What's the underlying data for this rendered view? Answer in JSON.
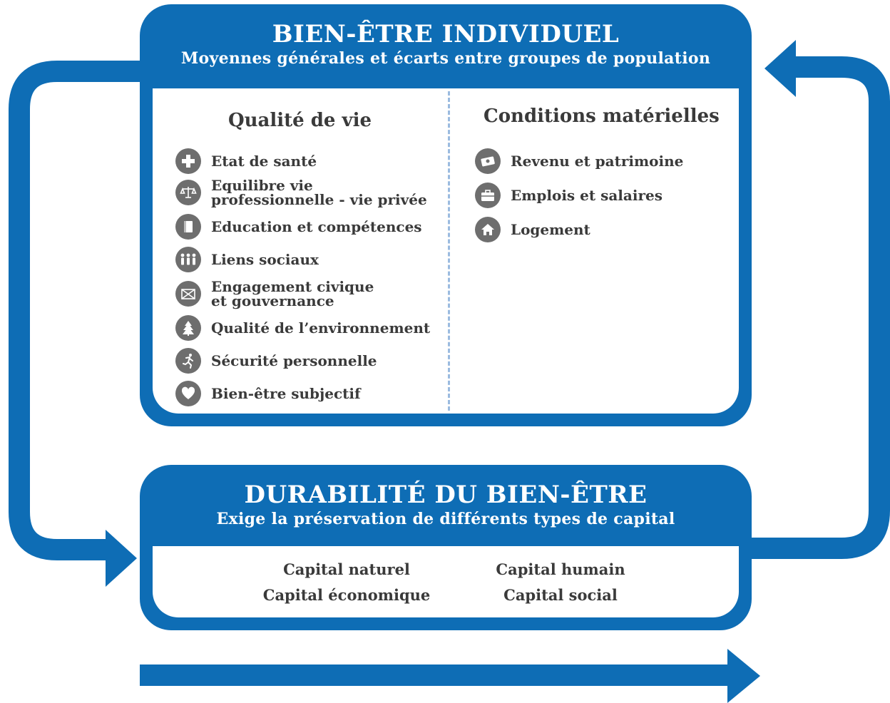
{
  "colors": {
    "primary_blue": "#0e6db5",
    "icon_gray": "#6e6e6e",
    "divider": "#9bbbe0"
  },
  "individual": {
    "title": "BIEN-ÊTRE INDIVIDUEL",
    "subtitle": "Moyennes générales et écarts entre groupes de population",
    "quality": {
      "heading": "Qualité de vie",
      "items": [
        {
          "label": "Etat de santé",
          "icon": "health-cross-icon"
        },
        {
          "label": "Equilibre vie\nprofessionnelle - vie privée",
          "icon": "scales-icon"
        },
        {
          "label": "Education et compétences",
          "icon": "book-icon"
        },
        {
          "label": "Liens sociaux",
          "icon": "people-icon"
        },
        {
          "label": "Engagement civique\net gouvernance",
          "icon": "ballot-icon"
        },
        {
          "label": "Qualité de l’environnement",
          "icon": "tree-icon"
        },
        {
          "label": "Sécurité personnelle",
          "icon": "running-person-icon"
        },
        {
          "label": "Bien-être subjectif",
          "icon": "heart-icon"
        }
      ]
    },
    "material": {
      "heading": "Conditions matérielles",
      "items": [
        {
          "label": "Revenu et patrimoine",
          "icon": "money-icon"
        },
        {
          "label": "Emplois et salaires",
          "icon": "briefcase-icon"
        },
        {
          "label": "Logement",
          "icon": "house-icon"
        }
      ]
    }
  },
  "sustainability": {
    "title": "DURABILITÉ DU BIEN-ÊTRE",
    "subtitle": "Exige la préservation de différents types de capital",
    "capitals": [
      "Capital naturel",
      "Capital humain",
      "Capital économique",
      "Capital social"
    ]
  }
}
